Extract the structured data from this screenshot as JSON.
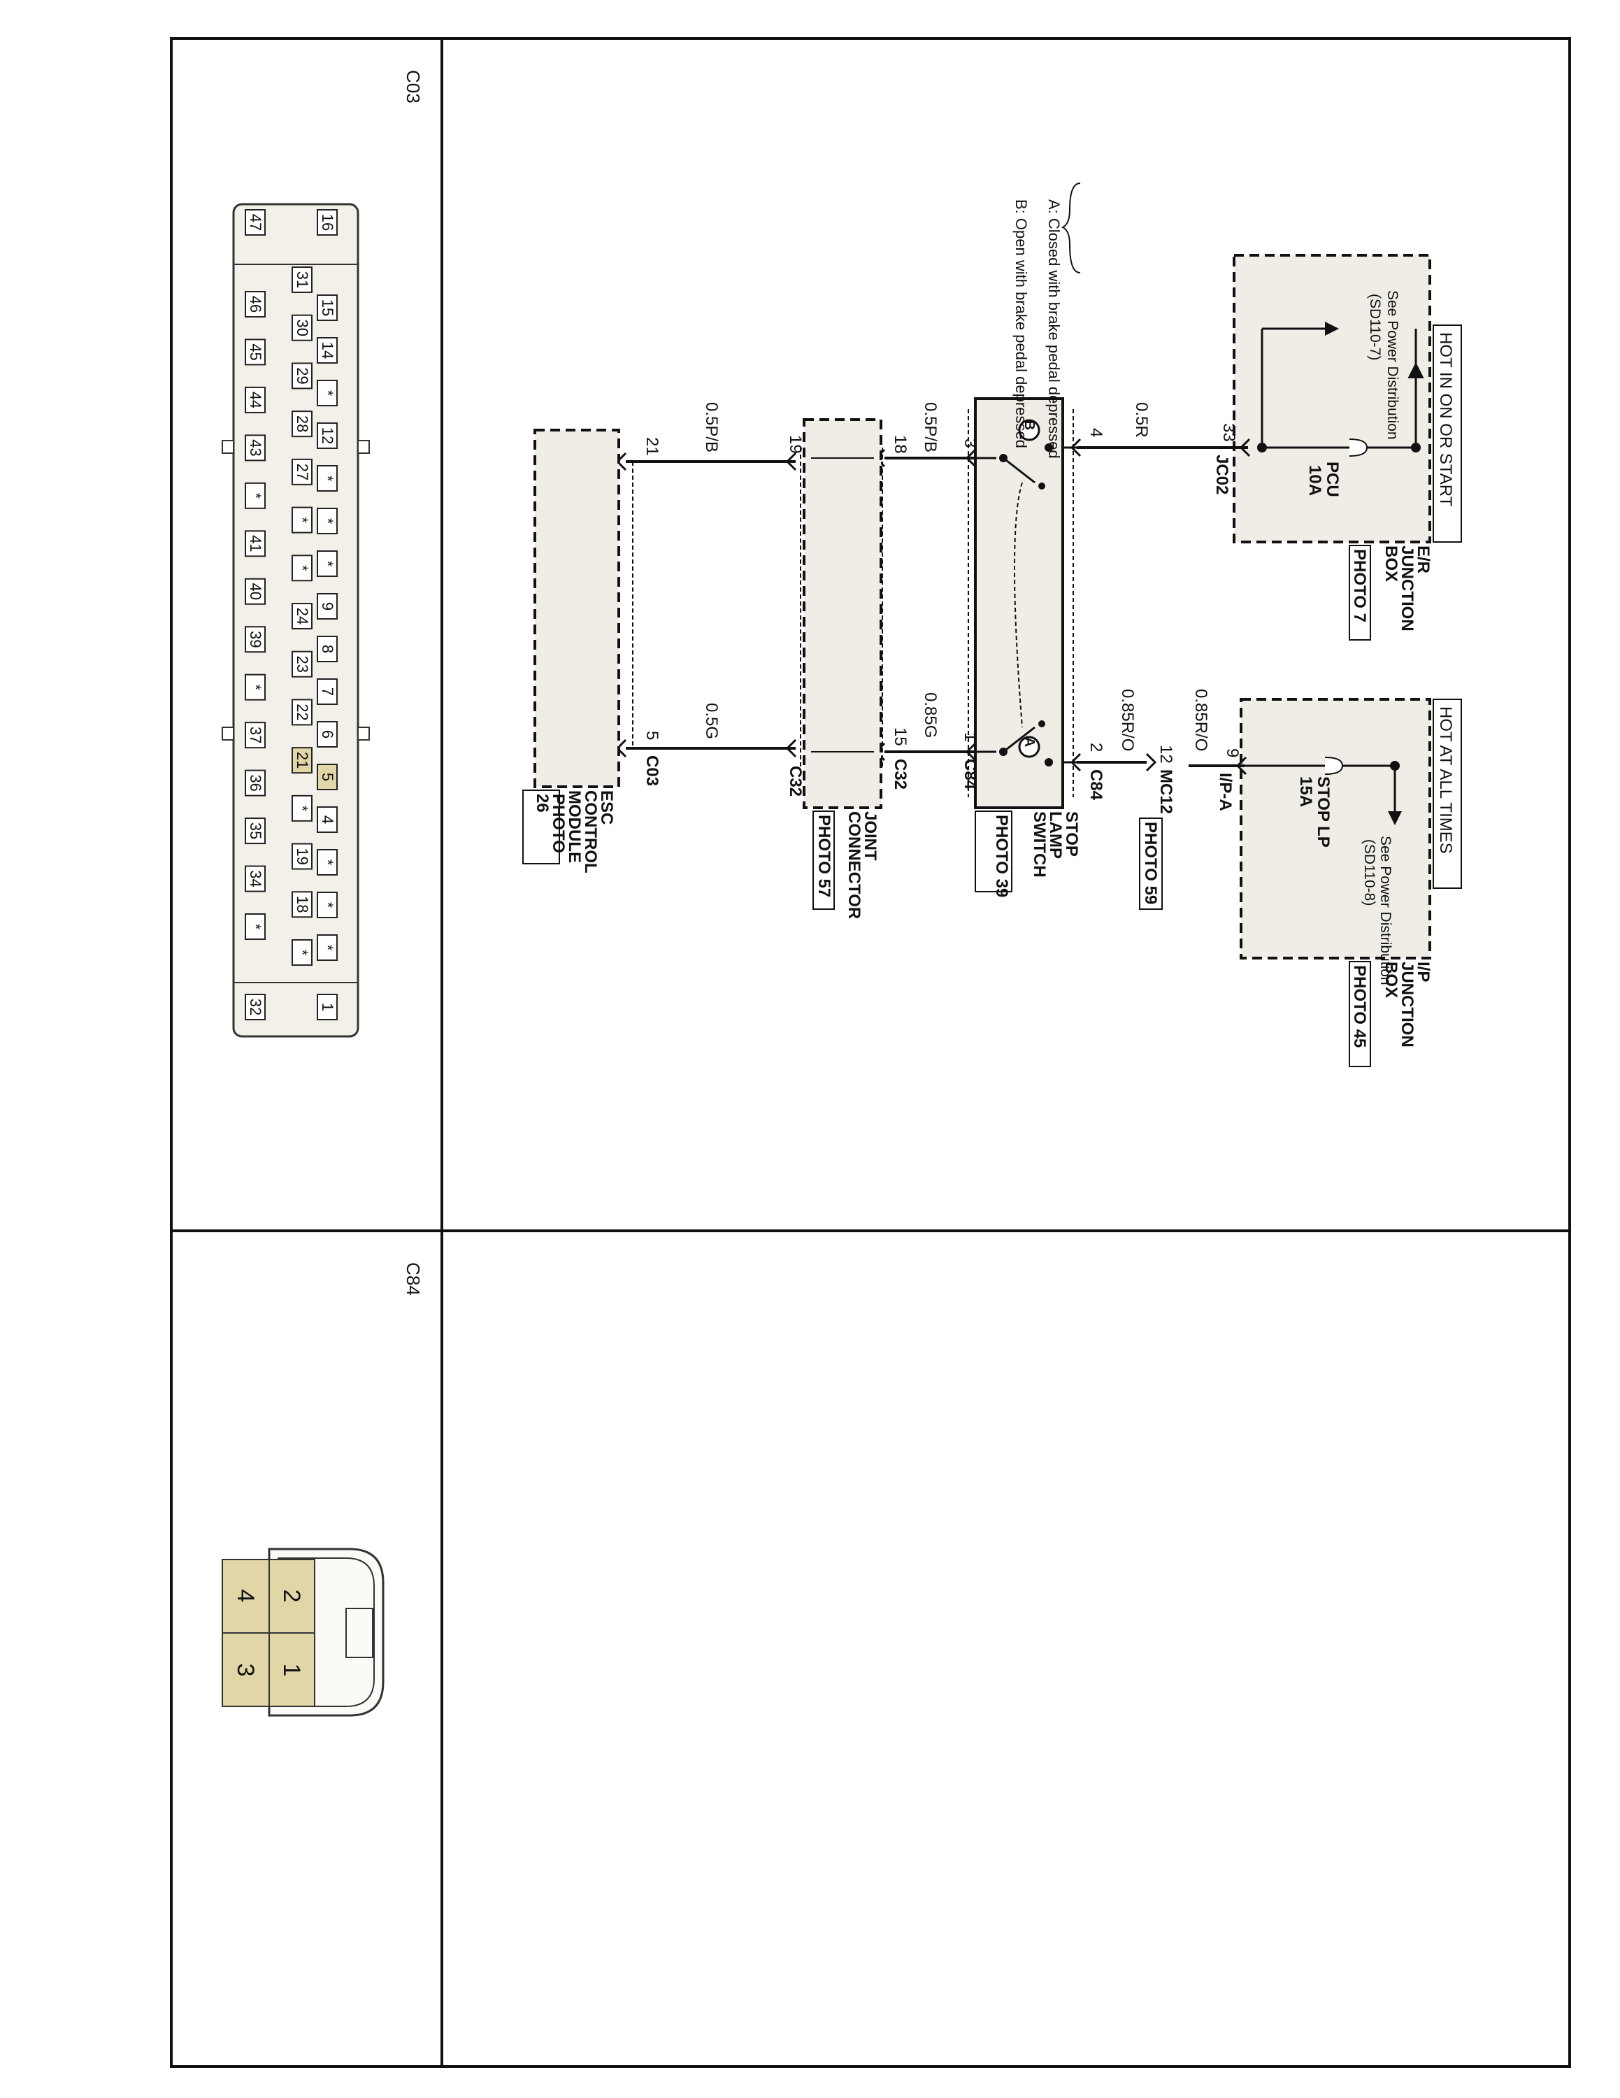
{
  "connectors": {
    "c03": {
      "title": "C03"
    },
    "c84": {
      "title": "C84"
    }
  },
  "c03_pins": {
    "top": [
      "16",
      "15",
      "14",
      "*",
      "12",
      "*",
      "*",
      "*",
      "9",
      "8",
      "7",
      "6",
      "5",
      "4",
      "*",
      "*",
      "*",
      "1"
    ],
    "mid": [
      "31",
      "30",
      "29",
      "28",
      "27",
      "*",
      "*",
      "24",
      "23",
      "22",
      "21",
      "*",
      "19",
      "18",
      "*"
    ],
    "bottom": [
      "47",
      "46",
      "45",
      "44",
      "43",
      "*",
      "41",
      "40",
      "39",
      "*",
      "37",
      "36",
      "35",
      "34",
      "*",
      "32"
    ]
  },
  "c84_pins": [
    "2",
    "1",
    "4",
    "3"
  ],
  "hot_labels": {
    "on_start": "HOT IN ON OR START",
    "all_times": "HOT AT ALL TIMES"
  },
  "er_box": {
    "see": "See Power Distribution",
    "ref": "(SD110-7)",
    "fuse": "PCU",
    "amp": "10A",
    "name1": "E/R",
    "name2": "JUNCTION",
    "name3": "BOX",
    "photo": "PHOTO 7"
  },
  "ip_box": {
    "see": "See Power Distribution",
    "ref": "(SD110-8)",
    "fuse": "STOP LP",
    "amp": "15A",
    "name1": "I/P",
    "name2": "JUNCTION",
    "name3": "BOX",
    "photo": "PHOTO 45"
  },
  "wires": {
    "w_05r": "0.5R",
    "w_085ro_a": "0.85R/O",
    "w_085ro_b": "0.85R/O",
    "w_05pb_a": "0.5P/B",
    "w_085g": "0.85G",
    "w_05pb_b": "0.5P/B",
    "w_05g": "0.5G"
  },
  "pins": {
    "p33": "33",
    "jc02": "JC02",
    "p9": "9",
    "ipa": "I/P-A",
    "p12": "12",
    "mc12": "MC12",
    "photo59": "PHOTO 59",
    "p4": "4",
    "p2": "2",
    "c84a": "C84",
    "p3": "3",
    "p1": "1",
    "c84b": "C84",
    "p18": "18",
    "p15": "15",
    "c32a": "C32",
    "p19": "19",
    "c32b": "C32",
    "p21": "21",
    "p5": "5",
    "c03": "C03"
  },
  "switch": {
    "legend_a": "A: Closed with brake pedal depressed",
    "legend_b": "B: Open with brake pedal depressed",
    "name1": "STOP",
    "name2": "LAMP",
    "name3": "SWITCH",
    "photo": "PHOTO 39"
  },
  "joint": {
    "name1": "JOINT",
    "name2": "CONNECTOR",
    "photo": "PHOTO 57"
  },
  "esc": {
    "name1": "ESC",
    "name2": "CONTROL",
    "name3": "MODULE",
    "photo1": "PHOTO",
    "photo2": "26"
  }
}
